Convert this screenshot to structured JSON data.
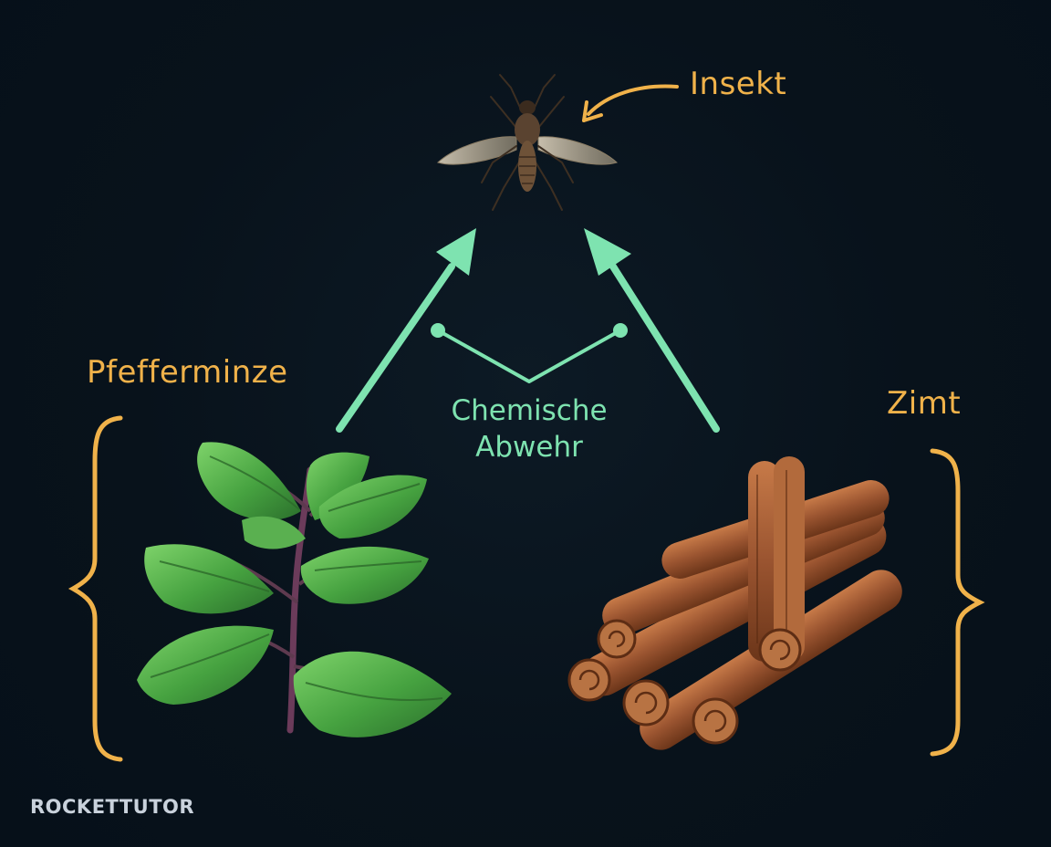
{
  "labels": {
    "insect": "Insekt",
    "peppermint": "Pfefferminze",
    "cinnamon": "Zimt",
    "defense_line1": "Chemische",
    "defense_line2": "Abwehr"
  },
  "logo": {
    "text": "ROCKETTUTOR"
  },
  "colors": {
    "background": "#08121b",
    "label_orange": "#f0b24a",
    "arrow_green": "#7ee3b0",
    "mint_green": "#4fae4a",
    "cinnamon_brown": "#9a5430"
  },
  "icons": {
    "insect": "mosquito-icon",
    "plant": "mint-leaves-icon",
    "spice": "cinnamon-sticks-icon"
  }
}
